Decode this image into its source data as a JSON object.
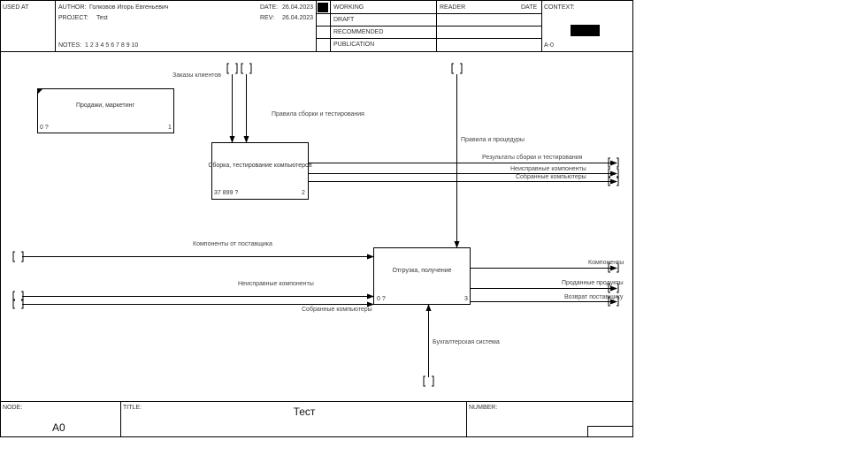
{
  "header": {
    "used_at": "USED AT",
    "author_label": "AUTHOR:",
    "author": "Голковов Игорь Евгеньевич",
    "project_label": "PROJECT:",
    "project": "Test",
    "notes_label": "NOTES:",
    "notes": "1  2  3  4  5  6  7  8  9  10",
    "date_label": "DATE:",
    "date": "26.04.2023",
    "rev_label": "REV:",
    "rev": "26.04.2023",
    "working": "WORKING",
    "draft": "DRAFT",
    "recommended": "RECOMMENDED",
    "publication": "PUBLICATION",
    "reader": "READER",
    "reader_date": "DATE",
    "context": "CONTEXT:",
    "context_node": "A-0"
  },
  "boxes": [
    {
      "title": "Продажи, маркетинг",
      "cost": "0 ?",
      "number": "1"
    },
    {
      "title": "Сборка, тестирование компьютеров",
      "cost": "37 899 ?",
      "number": "2"
    },
    {
      "title": "Отгрузка, получение",
      "cost": "0 ?",
      "number": "3"
    }
  ],
  "arrows": {
    "customer_orders": "Заказы клиентов",
    "assembly_rules": "Правила сборки и тестирования",
    "rules_procedures": "Правила и процедуры",
    "test_results": "Результаты сборки и тестирования",
    "faulty_out": "Неисправные компоненты",
    "assembled_out": "Собранные компьютеры",
    "supplier_components": "Компоненты от поставщика",
    "faulty_in": "Неисправные компоненты",
    "assembled_in": "Собранные компьютеры",
    "components_out": "Компоненты",
    "sold_products": "Проданные продукты",
    "return_supplier": "Возврат поставщику",
    "accounting": "Бухгалтерская система"
  },
  "footer": {
    "node_label": "NODE:",
    "node": "A0",
    "title_label": "TITLE:",
    "title": "Тест",
    "number_label": "NUMBER:"
  }
}
